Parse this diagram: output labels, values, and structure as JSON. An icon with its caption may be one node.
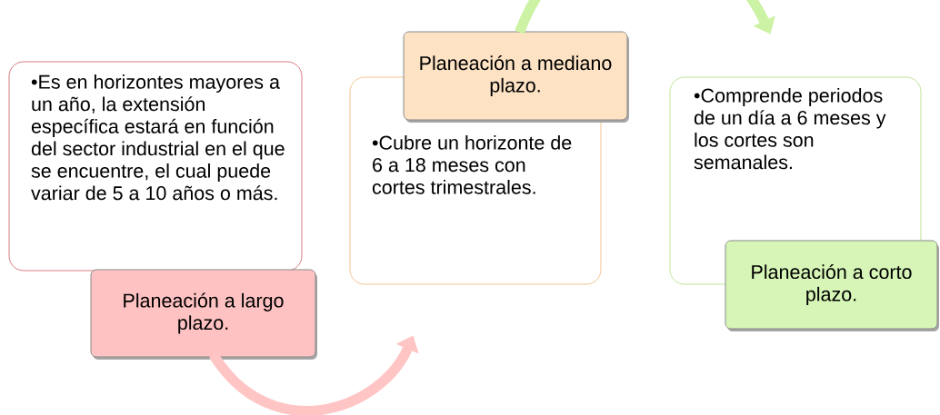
{
  "diagram": {
    "nodes": [
      {
        "text": [
          "•Es en horizontes mayores a un año, la extensión específica estará en función del sector industrial en el que se encuentre, el cual puede variar de 5 a 10 años o más."
        ]
      },
      {
        "text": [
          "Planeación a largo plazo."
        ]
      },
      {
        "text": [
          "•Cubre un horizonte de 6 a 18 meses con cortes trimestrales."
        ]
      },
      {
        "text": [
          "Planeación a mediano plazo."
        ]
      },
      {
        "text": [
          "•Comprende periodos de un día a 6 meses y los cortes son semanales."
        ]
      },
      {
        "text": [
          "Planeación a corto plazo."
        ]
      }
    ],
    "edges": [
      {
        "from": 1,
        "to": 2,
        "arrow": "to",
        "color": "#ffc4c4"
      },
      {
        "from": 3,
        "to": 4,
        "arrow": "to",
        "color": "#ccf2a4"
      }
    ]
  }
}
